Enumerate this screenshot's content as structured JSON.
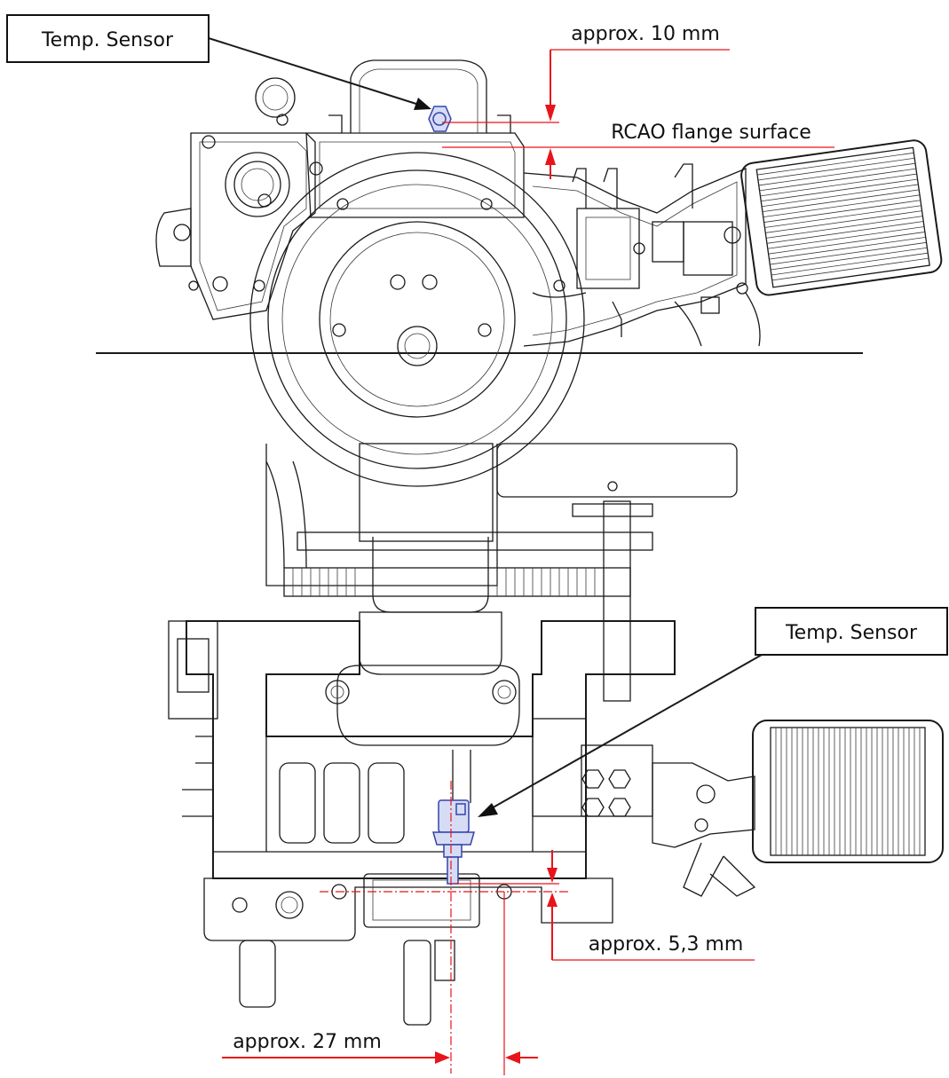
{
  "top_view": {
    "callout_label": "Temp. Sensor",
    "dimension_label": "approx. 10 mm",
    "flange_label": "RCAO flange surface"
  },
  "bottom_view": {
    "callout_label": "Temp. Sensor",
    "dimension_vertical_label": "approx. 5,3 mm",
    "dimension_horizontal_label": "approx. 27 mm"
  },
  "colors": {
    "dimension": "#e8141b",
    "sensor_highlight": "#3344aa",
    "linework": "#1a1a1a"
  }
}
